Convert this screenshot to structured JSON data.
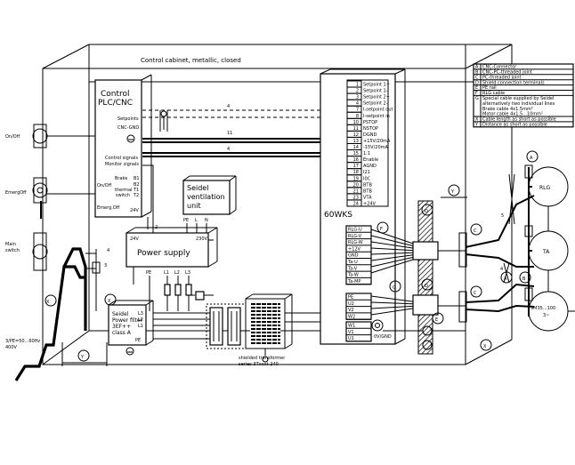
{
  "cabinet_title": "Control cabinet, metallic, closed",
  "left_labels": {
    "on_off": "On/Off",
    "emerg_off": "EmergOff",
    "main_switch_line1": "Main",
    "main_switch_line2": "switch",
    "supply_line1": "3/PE=50...60Hz",
    "supply_line2": "400V"
  },
  "plc": {
    "title_line1": "Control",
    "title_line2": "PLC/CNC",
    "setpoints": "Setpoints",
    "cnc_gnd": "CNC-GND",
    "control_signals": "Control signals",
    "monitor_signals": "Monitor signals",
    "brake": "Brake",
    "on_off": "On/Off",
    "thermal_line1": "thermal",
    "thermal_line2": "switch",
    "emerg_off": "Emerg.Off",
    "voltage": "24V",
    "b1": "B1",
    "b2": "B2",
    "t1": "T1",
    "t2": "T2"
  },
  "ventilation": {
    "line1": "Seidel",
    "line2": "ventilation",
    "line3": "unit",
    "pe": "PE",
    "l": "L",
    "n": "N"
  },
  "power_supply": {
    "title": "Power supply",
    "v24": "24V",
    "v230": "230V",
    "pe": "PE",
    "l1": "L1",
    "l2": "L2",
    "l3": "L3"
  },
  "filter": {
    "line1": "Seidel",
    "line2": "Power filter",
    "line3": "3EF++",
    "line4": "class A",
    "l3": "L3",
    "l2": "L2",
    "l1": "L1",
    "pe": "PE"
  },
  "transformer": {
    "line1": "shielded transformer",
    "line2": "series 3Txxxt-240"
  },
  "terminals": [
    {
      "num": "1",
      "label": "Setpoint 1+"
    },
    {
      "num": "2",
      "label": "Setpoint 1-"
    },
    {
      "num": "3",
      "label": "Setpoint 2+"
    },
    {
      "num": "4",
      "label": "Setpoint 2-"
    },
    {
      "num": "7",
      "label": "I-setpoint out"
    },
    {
      "num": "8",
      "label": "I-setpoint in"
    },
    {
      "num": "10",
      "label": "PSTOP"
    },
    {
      "num": "11",
      "label": "NSTOP"
    },
    {
      "num": "12",
      "label": "DGND"
    },
    {
      "num": "13",
      "label": "+15V/20mA"
    },
    {
      "num": "14",
      "label": "-15V/20mA"
    },
    {
      "num": "15",
      "label": "1:1"
    },
    {
      "num": "16",
      "label": "Enable"
    },
    {
      "num": "17",
      "label": "AGND"
    },
    {
      "num": "18",
      "label": "I21"
    },
    {
      "num": "19",
      "label": "I0C"
    },
    {
      "num": "20",
      "label": "BTB"
    },
    {
      "num": "21",
      "label": "BTB"
    },
    {
      "num": "23",
      "label": "VTA"
    },
    {
      "num": "24",
      "label": "+24V"
    }
  ],
  "amplifier": {
    "name": "60WKS",
    "feedback": [
      "RLG-U",
      "RLG-V",
      "RLG-W",
      "+12V",
      "GND",
      "Ta-U",
      "Ta-V",
      "Ta-W",
      "Ta-MP"
    ],
    "power": [
      "PE",
      "U2",
      "V2",
      "W2"
    ],
    "mains": [
      "W1",
      "V1",
      "U1"
    ],
    "gnd_label": "0V/GND"
  },
  "motor": {
    "rlg": "RLG",
    "ta": "TA",
    "sm_line1": "SM35...100",
    "sm_line2": "3~"
  },
  "callouts": {
    "a": "A",
    "b": "B",
    "c": "C",
    "d": "D",
    "e": "E",
    "f": "F",
    "g": "G",
    "x": "X",
    "y": "Y",
    "n4": "4",
    "n11": "11",
    "n2": "2",
    "n3": "3",
    "n5": "5"
  },
  "legend": [
    {
      "key": "A",
      "text": "CNC-Connector"
    },
    {
      "key": "B",
      "text": "CNC-PC-threaded joint"
    },
    {
      "key": "C",
      "text": "PC-threaded joint"
    },
    {
      "key": "D",
      "text": "Shield connection terminals"
    },
    {
      "key": "E",
      "text": "PE rail"
    },
    {
      "key": "F",
      "text": "RLG cable"
    },
    {
      "key": "G",
      "text": "Special cable supplied by Seidel"
    },
    {
      "key": "",
      "text": "alternatively two individual lines"
    },
    {
      "key": "",
      "text": "Brake cable 4x1.5mm²"
    },
    {
      "key": "",
      "text": "Motor cable 4x1.5...10mm²"
    },
    {
      "key": "X",
      "text": "Cable length as short as possible"
    },
    {
      "key": "Y",
      "text": "Distance as short as possible"
    }
  ]
}
